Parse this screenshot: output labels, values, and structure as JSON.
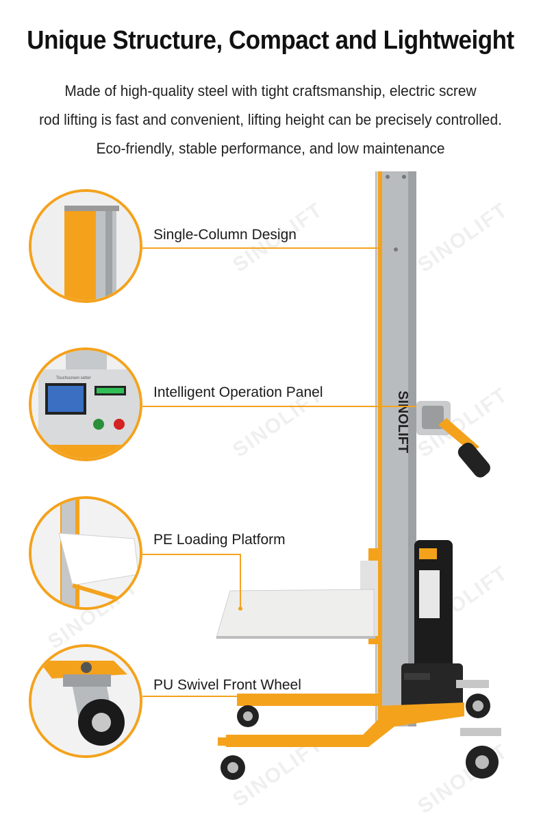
{
  "heading": "Unique Structure, Compact and Lightweight",
  "description": [
    "Made of high-quality steel with tight craftsmanship,  electric screw",
    "rod lifting is fast and convenient, lifting height can be precisely controlled.",
    "Eco-friendly, stable performance, and low maintenance"
  ],
  "features": [
    {
      "label": "Single-Column Design"
    },
    {
      "label": "Intelligent Operation Panel"
    },
    {
      "label": "PE Loading Platform"
    },
    {
      "label": "PU Swivel Front Wheel"
    }
  ],
  "brand": "SINOLIFT",
  "panel_caption": "Touchscreen setter",
  "colors": {
    "accent": "#f4a21c",
    "mast": "#b9bcbf",
    "body": "#1c1c1c",
    "platform": "#eeeeec"
  }
}
